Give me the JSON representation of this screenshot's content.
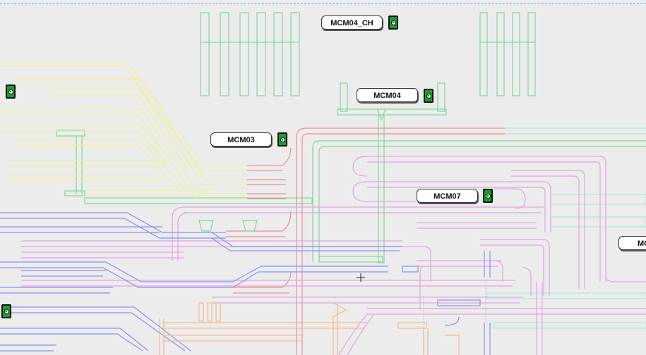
{
  "topbar": {
    "marker": ""
  },
  "labels": {
    "mcm04_ch": "MCM04_CH",
    "mcm04": "MCM04",
    "mcm03": "MCM03",
    "mcm07": "MCM07",
    "mcm_right": "MC"
  },
  "colors": {
    "background": "#ececec",
    "green": "#7fd89a",
    "yellow": "#f1ef9a",
    "red": "#f08c8c",
    "cyan": "#a6ecd9",
    "violet": "#e2a3e6",
    "blue": "#8a8ff0",
    "orange": "#f7b98a",
    "button": "#0fa22b"
  },
  "icons": {
    "control_button": "control-button-icon",
    "cursor": "crosshair-cursor-icon"
  }
}
